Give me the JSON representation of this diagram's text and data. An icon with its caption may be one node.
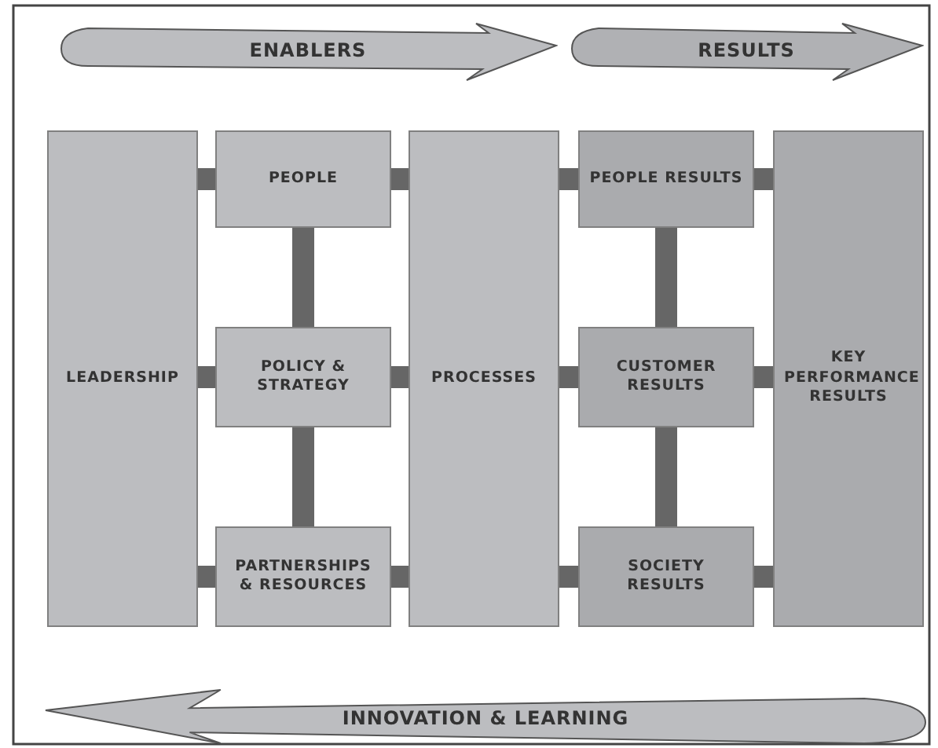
{
  "diagram": {
    "nodes": [
      {
        "text": [
          "ENABLERS"
        ]
      },
      {
        "text": [
          "RESULTS"
        ]
      },
      {
        "text": [
          "LEADERSHIP"
        ]
      },
      {
        "text": [
          "PEOPLE"
        ]
      },
      {
        "text": [
          "POLICY & STRATEGY"
        ]
      },
      {
        "text": [
          "PARTNERSHIPS & RESOURCES"
        ]
      },
      {
        "text": [
          "PROCESSES"
        ]
      },
      {
        "text": [
          "PEOPLE RESULTS"
        ]
      },
      {
        "text": [
          "CUSTOMER RESULTS"
        ]
      },
      {
        "text": [
          "SOCIETY RESULTS"
        ]
      },
      {
        "text": [
          "KEY PERFORMANCE RESULTS"
        ]
      },
      {
        "text": [
          "INNOVATION & LEARNING"
        ]
      }
    ],
    "edges": [
      {
        "from": 2,
        "to": 3,
        "arrow": "none"
      },
      {
        "from": 2,
        "to": 4,
        "arrow": "none"
      },
      {
        "from": 2,
        "to": 5,
        "arrow": "none"
      },
      {
        "from": 3,
        "to": 4,
        "arrow": "none"
      },
      {
        "from": 4,
        "to": 5,
        "arrow": "none"
      },
      {
        "from": 3,
        "to": 6,
        "arrow": "none"
      },
      {
        "from": 4,
        "to": 6,
        "arrow": "none"
      },
      {
        "from": 5,
        "to": 6,
        "arrow": "none"
      },
      {
        "from": 6,
        "to": 7,
        "arrow": "none"
      },
      {
        "from": 6,
        "to": 8,
        "arrow": "none"
      },
      {
        "from": 6,
        "to": 9,
        "arrow": "none"
      },
      {
        "from": 7,
        "to": 8,
        "arrow": "none"
      },
      {
        "from": 8,
        "to": 9,
        "arrow": "none"
      },
      {
        "from": 7,
        "to": 10,
        "arrow": "none"
      },
      {
        "from": 8,
        "to": 10,
        "arrow": "none"
      },
      {
        "from": 9,
        "to": 10,
        "arrow": "none"
      }
    ]
  }
}
